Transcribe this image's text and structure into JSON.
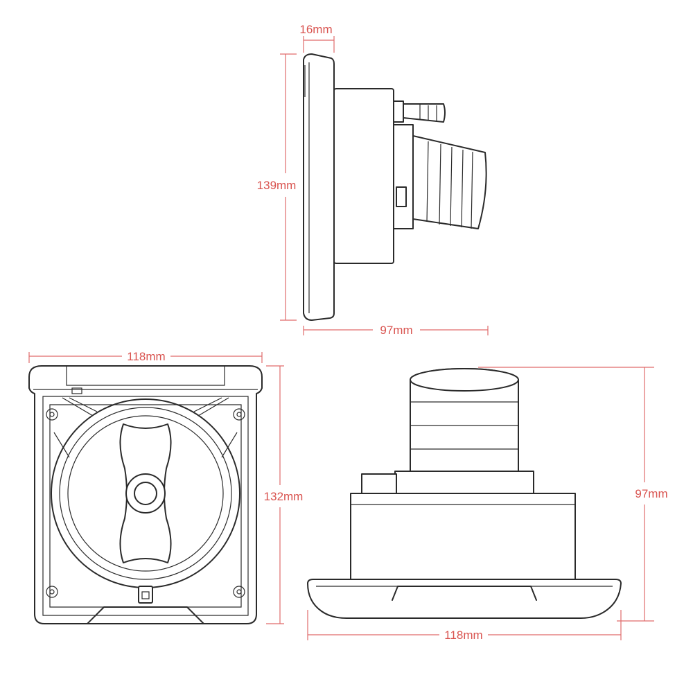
{
  "dimensions": {
    "side_depth": "16mm",
    "side_height": "139mm",
    "side_width": "97mm",
    "front_width": "118mm",
    "front_height": "132mm",
    "bottom_width": "118mm",
    "bottom_height": "97mm"
  },
  "colors": {
    "outline": "#2a2a2a",
    "dimension_line": "#e06b6b",
    "dimension_text": "#d9534f"
  }
}
